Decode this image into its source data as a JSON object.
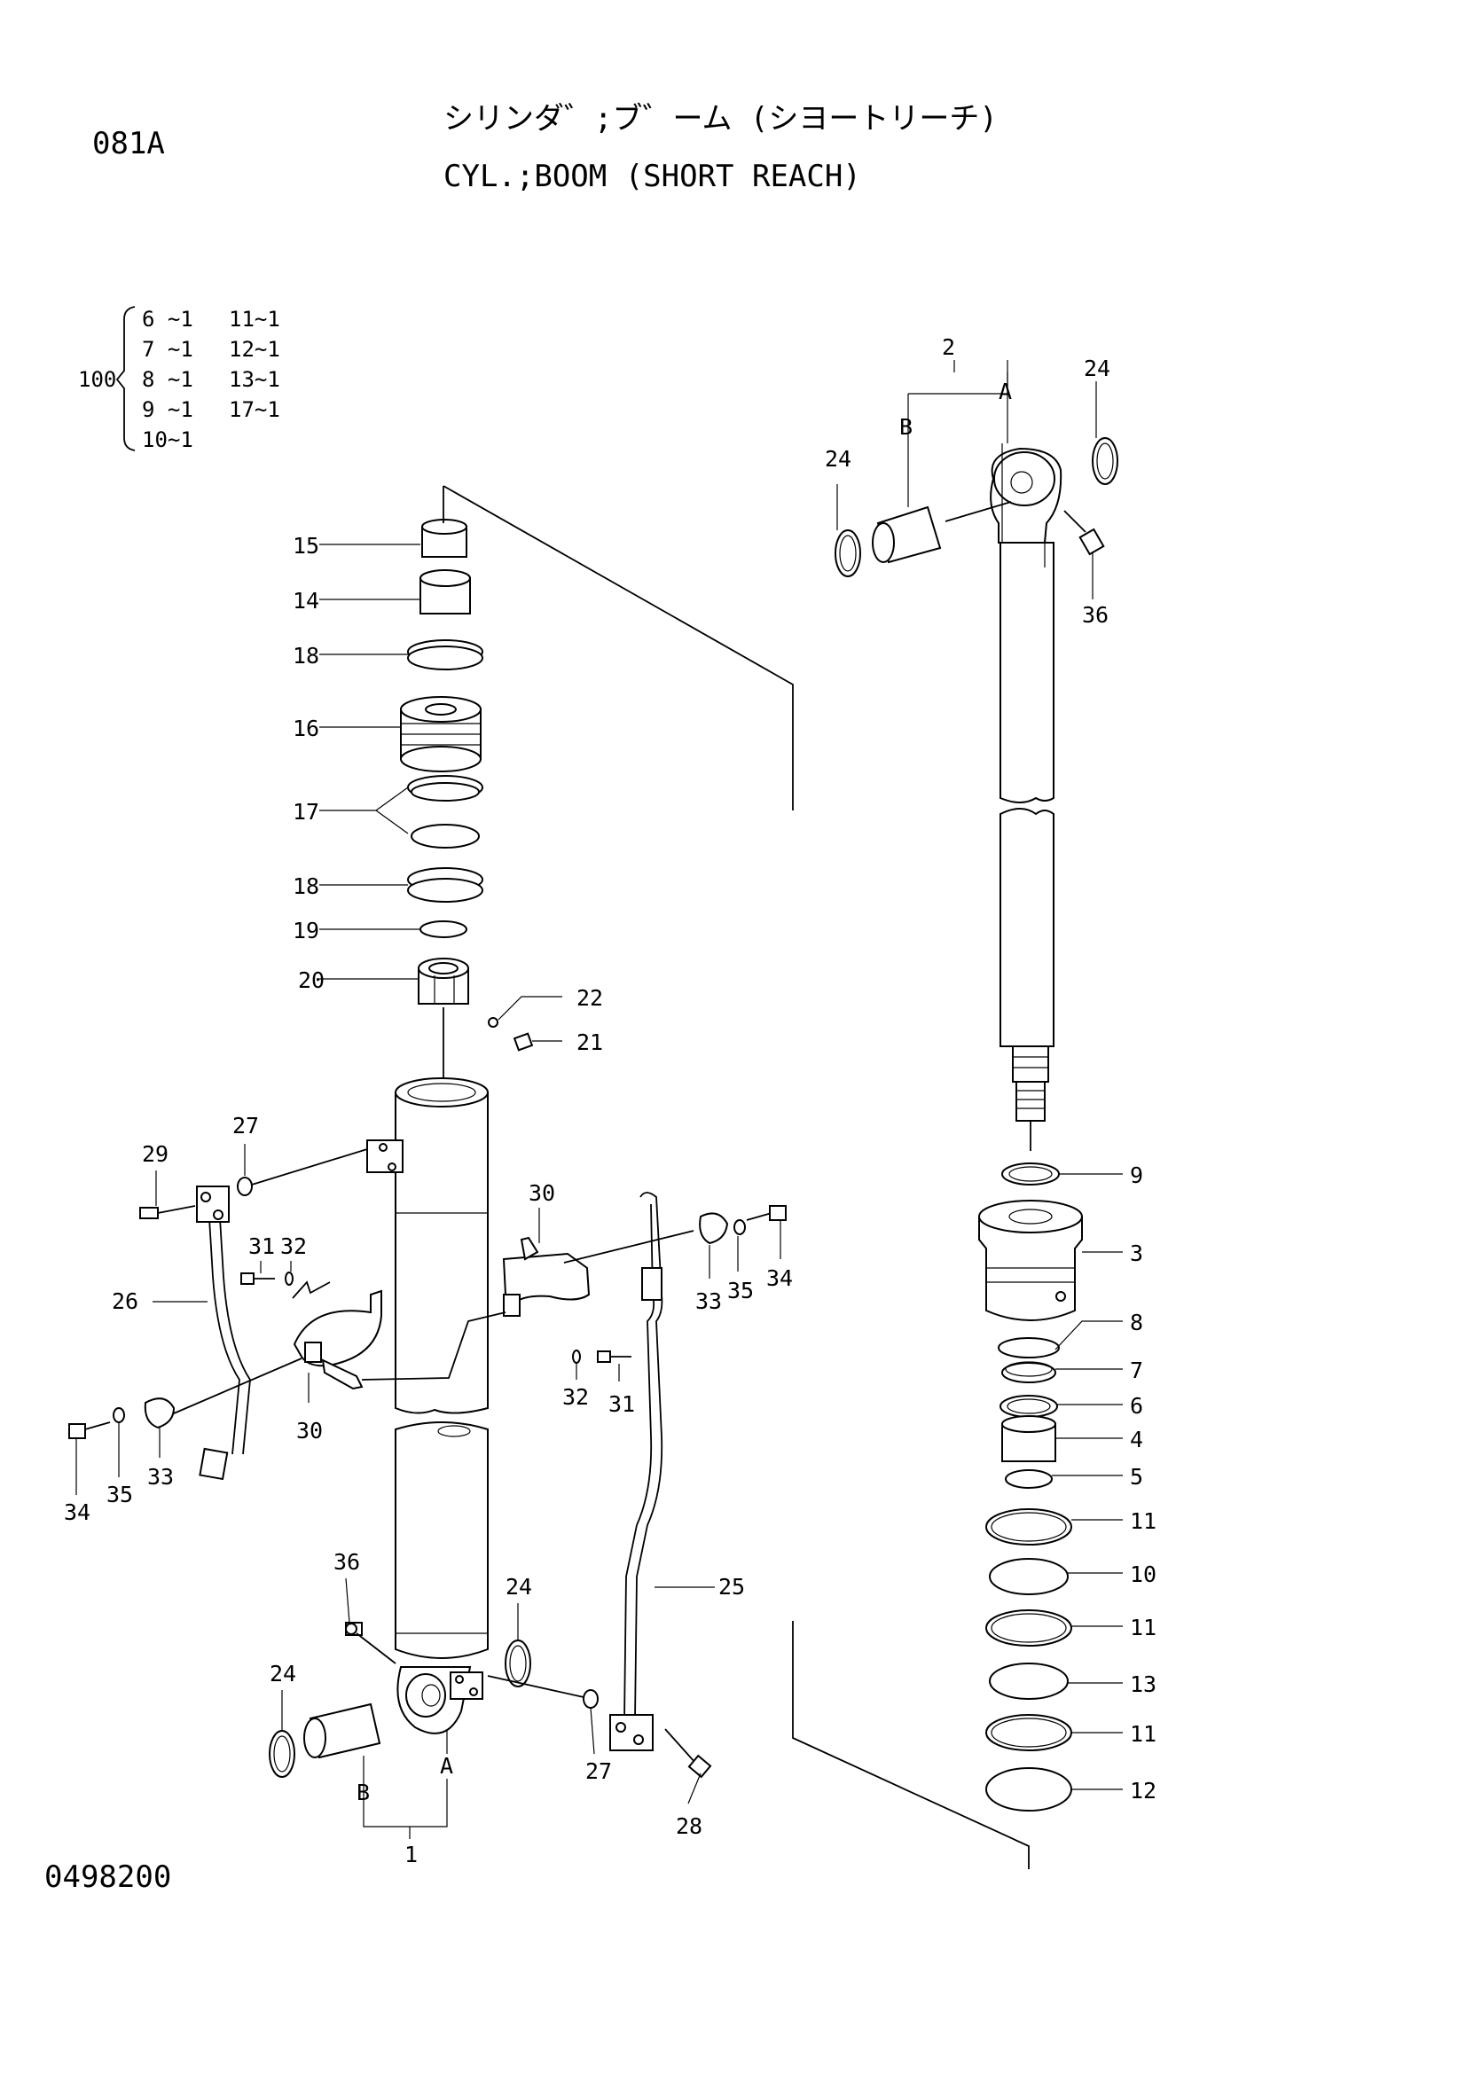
{
  "header": {
    "page_code": "081A",
    "title_jp": "シリンダ゛;ブ゛ーム (シヨートリーチ)",
    "title_en": "CYL.;BOOM (SHORT REACH)"
  },
  "kit": {
    "number": "100",
    "rows": [
      {
        "a": "6  ~1",
        "b": "11~1"
      },
      {
        "a": "7  ~1",
        "b": "12~1"
      },
      {
        "a": "8  ~1",
        "b": "13~1"
      },
      {
        "a": "9  ~1",
        "b": "17~1"
      },
      {
        "a": "10~1",
        "b": ""
      }
    ]
  },
  "callouts": {
    "p1": "1",
    "p2": "2",
    "p3": "3",
    "p4": "4",
    "p5": "5",
    "p6": "6",
    "p7": "7",
    "p8": "8",
    "p9": "9",
    "p10": "10",
    "p11": "11",
    "p12": "12",
    "p13": "13",
    "p14": "14",
    "p15": "15",
    "p16": "16",
    "p17": "17",
    "p18": "18",
    "p19": "19",
    "p20": "20",
    "p21": "21",
    "p22": "22",
    "p24": "24",
    "p25": "25",
    "p26": "26",
    "p27": "27",
    "p28": "28",
    "p29": "29",
    "p30": "30",
    "p31": "31",
    "p32": "32",
    "p33": "33",
    "p34": "34",
    "p35": "35",
    "p36": "36",
    "A": "A",
    "B": "B"
  },
  "footer": {
    "drawing_number": "0498200"
  }
}
